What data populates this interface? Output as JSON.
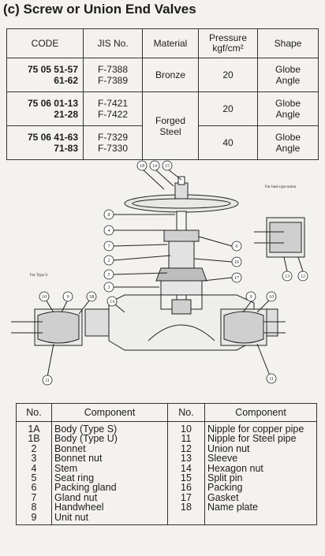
{
  "title": "(c) Screw or Union End Valves",
  "spec_table": {
    "headers": {
      "code": "CODE",
      "jis": "JIS No.",
      "material": "Material",
      "pressure_line1": "Pressure",
      "pressure_line2": "kgf/cm²",
      "shape": "Shape"
    },
    "rows": [
      {
        "code1": "75 05 51-57",
        "code2": "61-62",
        "jis1": "F-7388",
        "jis2": "F-7389",
        "shape1": "Globe",
        "shape2": "Angle",
        "pressure": "20"
      },
      {
        "code1": "75 06 01-13",
        "code2": "21-28",
        "jis1": "F-7421",
        "jis2": "F-7422",
        "shape1": "Globe",
        "shape2": "Angle",
        "pressure": "20"
      },
      {
        "code1": "75 06 41-63",
        "code2": "71-83",
        "jis1": "F-7329",
        "jis2": "F-7330",
        "shape1": "Globe",
        "shape2": "Angle",
        "pressure": "40"
      }
    ],
    "material_bronze": "Bronze",
    "material_steel_1": "Forged",
    "material_steel_2": "Steel"
  },
  "drawing": {
    "label_hole": "For hole type union",
    "label_type_u": "For Type U",
    "callouts": [
      "18",
      "14",
      "15",
      "8",
      "4",
      "7",
      "2",
      "5",
      "3",
      "1A",
      "6",
      "16",
      "17",
      "10",
      "9",
      "1B",
      "11",
      "13",
      "12"
    ]
  },
  "component_table": {
    "headers": {
      "no_left": "No.",
      "comp_left": "Component",
      "no_right": "No.",
      "comp_right": "Component"
    },
    "left": [
      {
        "no": "1A",
        "name": "Body (Type S)"
      },
      {
        "no": "1B",
        "name": "Body (Type U)"
      },
      {
        "no": "2",
        "name": "Bonnet"
      },
      {
        "no": "3",
        "name": "Bonnet nut"
      },
      {
        "no": "4",
        "name": "Stem"
      },
      {
        "no": "5",
        "name": "Seat ring"
      },
      {
        "no": "6",
        "name": "Packing gland"
      },
      {
        "no": "7",
        "name": "Gland nut"
      },
      {
        "no": "8",
        "name": "Handwheel"
      },
      {
        "no": "9",
        "name": "Unit nut"
      }
    ],
    "right": [
      {
        "no": "10",
        "name": "Nipple for copper pipe"
      },
      {
        "no": "11",
        "name": "Nipple for Steel pipe"
      },
      {
        "no": "12",
        "name": "Union nut"
      },
      {
        "no": "13",
        "name": "Sleeve"
      },
      {
        "no": "14",
        "name": "Hexagon nut"
      },
      {
        "no": "15",
        "name": "Split pin"
      },
      {
        "no": "16",
        "name": "Packing"
      },
      {
        "no": "17",
        "name": "Gasket"
      },
      {
        "no": "18",
        "name": "Name plate"
      }
    ]
  }
}
